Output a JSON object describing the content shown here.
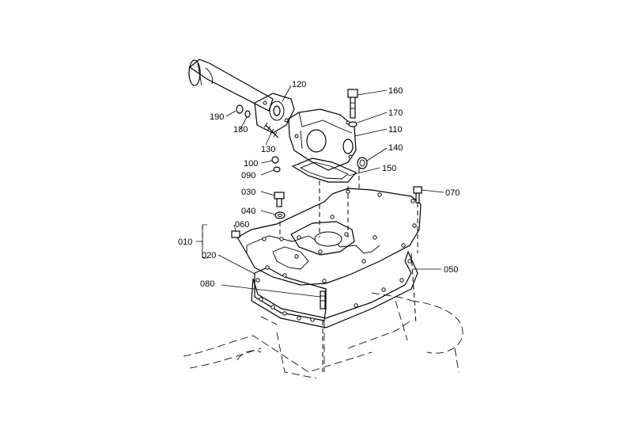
{
  "callouts": [
    {
      "id": "160",
      "label": "160"
    },
    {
      "id": "120",
      "label": "120"
    },
    {
      "id": "170",
      "label": "170"
    },
    {
      "id": "190",
      "label": "190"
    },
    {
      "id": "180",
      "label": "180"
    },
    {
      "id": "110",
      "label": "110"
    },
    {
      "id": "130",
      "label": "130"
    },
    {
      "id": "140",
      "label": "140"
    },
    {
      "id": "100",
      "label": "100"
    },
    {
      "id": "090",
      "label": "090"
    },
    {
      "id": "150",
      "label": "150"
    },
    {
      "id": "030",
      "label": "030"
    },
    {
      "id": "070",
      "label": "070"
    },
    {
      "id": "040",
      "label": "040"
    },
    {
      "id": "060",
      "label": "060"
    },
    {
      "id": "010",
      "label": "010"
    },
    {
      "id": "020",
      "label": "020"
    },
    {
      "id": "050",
      "label": "050"
    },
    {
      "id": "080",
      "label": "080"
    }
  ]
}
